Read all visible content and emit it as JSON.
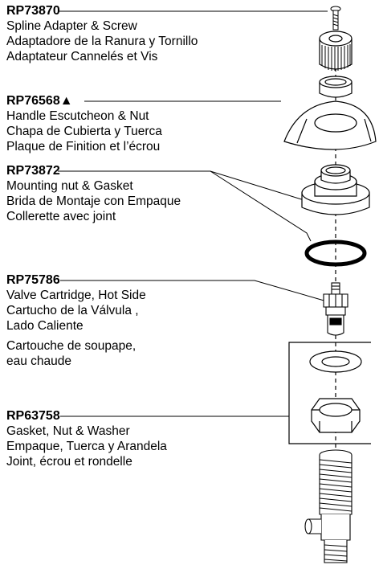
{
  "parts": [
    {
      "part_number": "RP73870",
      "lines": [
        "Spline Adapter & Screw",
        "Adaptadore de la Ranura y Tornillo",
        "Adaptateur Cannelés et Vis"
      ]
    },
    {
      "part_number": "RP76568▲",
      "lines": [
        "Handle Escutcheon & Nut",
        "Chapa de Cubierta y Tuerca",
        "Plaque de Finition et l’écrou"
      ]
    },
    {
      "part_number": "RP73872",
      "lines": [
        "Mounting nut & Gasket",
        "Brida de Montaje con Empaque",
        "Collerette avec joint"
      ]
    },
    {
      "part_number": "RP75786",
      "lines": [
        "Valve Cartridge, Hot Side",
        "Cartucho de la Válvula ,",
        "Lado Caliente",
        "Cartouche de soupape,",
        "eau chaude"
      ]
    },
    {
      "part_number": "RP63758",
      "lines": [
        "Gasket, Nut & Washer",
        "Empaque, Tuerca y Arandela",
        "Joint, écrou et rondelle"
      ]
    }
  ]
}
